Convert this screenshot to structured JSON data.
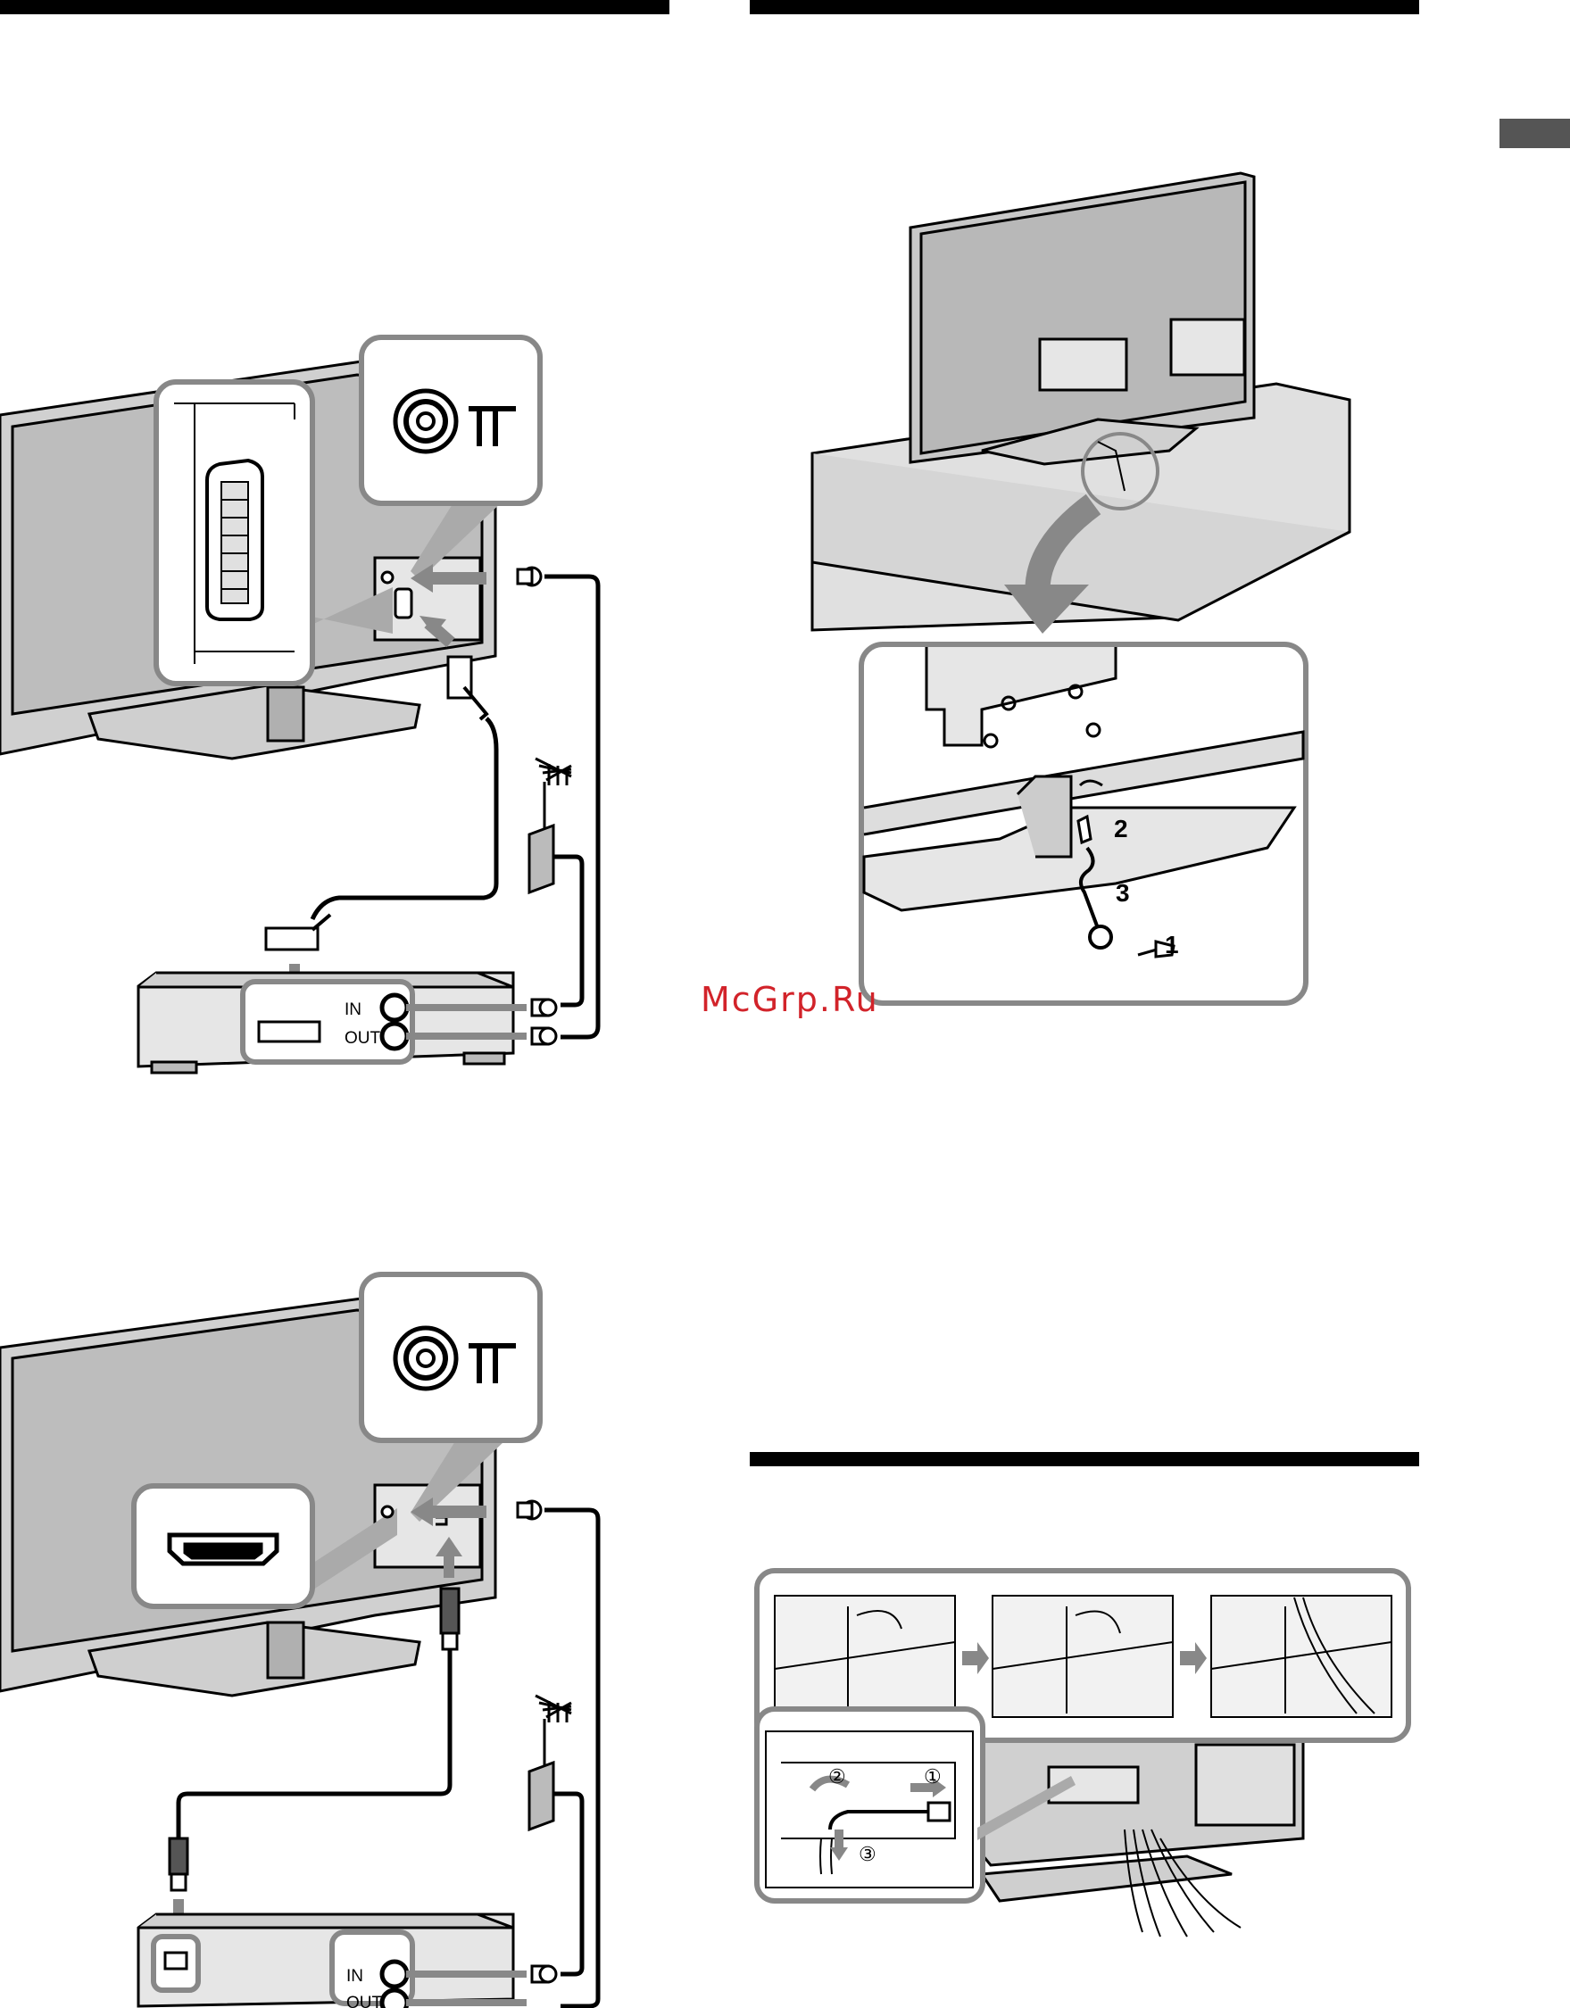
{
  "labels": {
    "vcr_in": "IN",
    "vcr_out": "OUT",
    "step1": "1",
    "step2": "2",
    "step3": "3",
    "circle1": "①",
    "circle2": "②",
    "circle3": "③"
  },
  "watermark": "McGrp.Ru",
  "colors": {
    "outline": "#000000",
    "panel_gray": "#bfbfbf",
    "light_gray": "#e6e6e6",
    "accent_gray": "#888888",
    "watermark_red": "#d2232a"
  },
  "icons": {
    "scart": "scart-connector-icon",
    "hdmi": "hdmi-connector-icon",
    "antenna": "antenna-icon",
    "rf": "rf-connector-icon"
  }
}
